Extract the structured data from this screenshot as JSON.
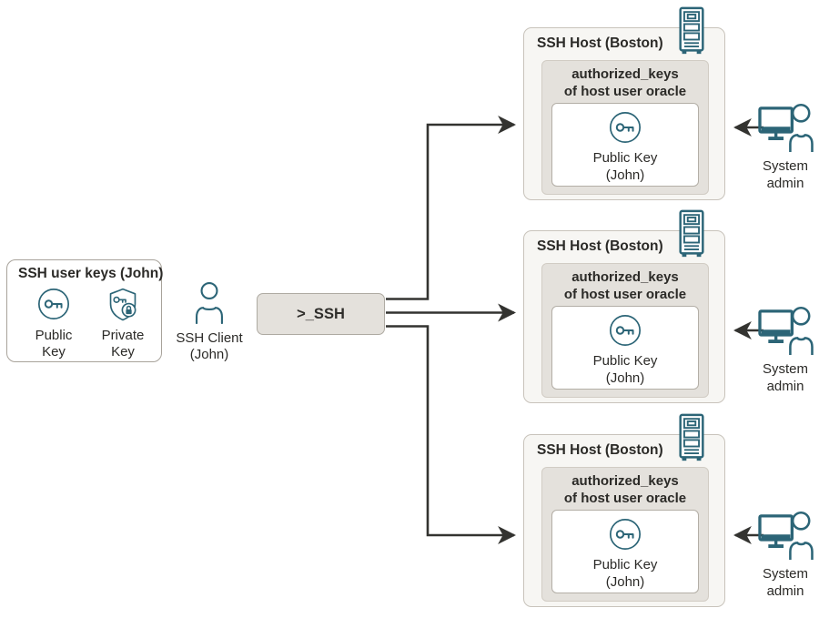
{
  "colors": {
    "teal": "#2c6577",
    "arrow": "#333330",
    "host_fill": "#f7f6f3",
    "panel_fill": "#e4e1dc"
  },
  "user_keys": {
    "title": "SSH user keys (John)",
    "public_key_line1": "Public",
    "public_key_line2": "Key",
    "private_key_line1": "Private",
    "private_key_line2": "Key"
  },
  "client": {
    "line1": "SSH Client",
    "line2": "(John)"
  },
  "ssh_box": {
    "label": ">_SSH"
  },
  "hosts": [
    {
      "title": "SSH Host (Boston)",
      "auth_line1": "authorized_keys",
      "auth_line2": "of host user oracle",
      "key_line1": "Public Key",
      "key_line2": "(John)"
    },
    {
      "title": "SSH Host (Boston)",
      "auth_line1": "authorized_keys",
      "auth_line2": "of host user oracle",
      "key_line1": "Public Key",
      "key_line2": "(John)"
    },
    {
      "title": "SSH Host (Boston)",
      "auth_line1": "authorized_keys",
      "auth_line2": "of host user oracle",
      "key_line1": "Public Key",
      "key_line2": "(John)"
    }
  ],
  "admins": [
    {
      "line1": "System",
      "line2": "admin"
    },
    {
      "line1": "System",
      "line2": "admin"
    },
    {
      "line1": "System",
      "line2": "admin"
    }
  ]
}
